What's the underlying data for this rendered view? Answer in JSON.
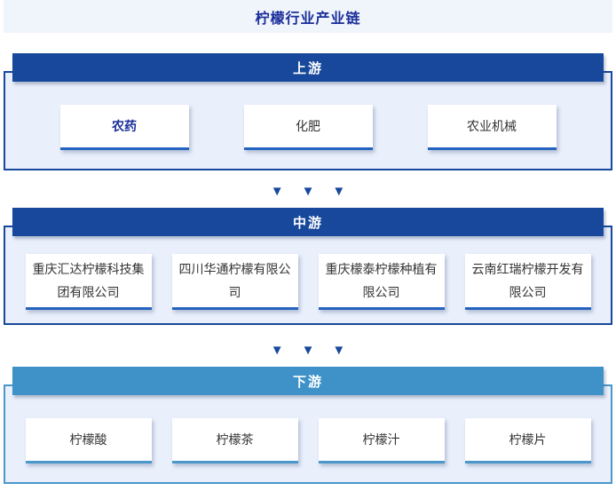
{
  "page": {
    "title": "柠檬行业产业链"
  },
  "colors": {
    "primary_dark_blue": "#17489b",
    "downstream_blue": "#3e92c8",
    "panel_background": "#e9effb",
    "title_band_background": "#f0f4fb",
    "title_text": "#1a2e99",
    "card_underline_dark": "#2563c0",
    "card_underline_light": "#4a97cc",
    "card_text": "#333333",
    "highlight_card_text": "#1a2e99"
  },
  "arrow": {
    "glyph": "▼",
    "count_per_row": 3
  },
  "sections": [
    {
      "label": "上游",
      "theme": "dark",
      "items": [
        {
          "label": "农药",
          "highlight": true
        },
        {
          "label": "化肥",
          "highlight": false
        },
        {
          "label": "农业机械",
          "highlight": false
        }
      ]
    },
    {
      "label": "中游",
      "theme": "dark",
      "items": [
        {
          "label": "重庆汇达柠檬科技集团有限公司",
          "highlight": false
        },
        {
          "label": "四川华通柠檬有限公司",
          "highlight": false
        },
        {
          "label": "重庆檬泰柠檬种植有限公司",
          "highlight": false
        },
        {
          "label": "云南红瑞柠檬开发有限公司",
          "highlight": false
        }
      ]
    },
    {
      "label": "下游",
      "theme": "light",
      "items": [
        {
          "label": "柠檬酸",
          "highlight": false
        },
        {
          "label": "柠檬茶",
          "highlight": false
        },
        {
          "label": "柠檬汁",
          "highlight": false
        },
        {
          "label": "柠檬片",
          "highlight": false
        }
      ]
    }
  ]
}
